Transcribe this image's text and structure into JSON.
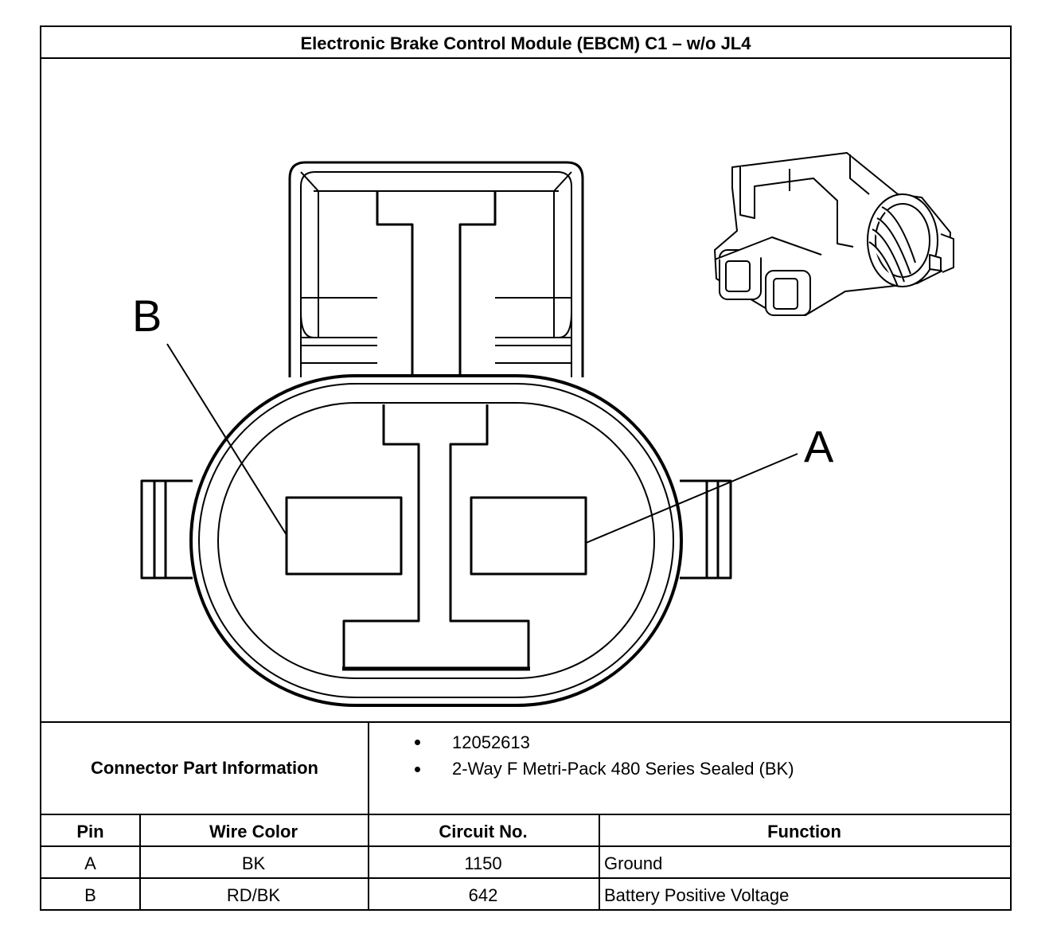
{
  "title": "Electronic Brake Control Module (EBCM) C1 – w/o JL4",
  "diagram": {
    "callouts": [
      {
        "letter": "B"
      },
      {
        "letter": "A"
      }
    ]
  },
  "part_info": {
    "label": "Connector Part Information",
    "items": [
      "12052613",
      "2-Way F Metri-Pack 480 Series Sealed (BK)"
    ]
  },
  "table": {
    "headers": [
      "Pin",
      "Wire Color",
      "Circuit No.",
      "Function"
    ],
    "rows": [
      {
        "pin": "A",
        "wire_color": "BK",
        "circuit": "1150",
        "function": "Ground"
      },
      {
        "pin": "B",
        "wire_color": "RD/BK",
        "circuit": "642",
        "function": "Battery Positive Voltage"
      }
    ]
  }
}
